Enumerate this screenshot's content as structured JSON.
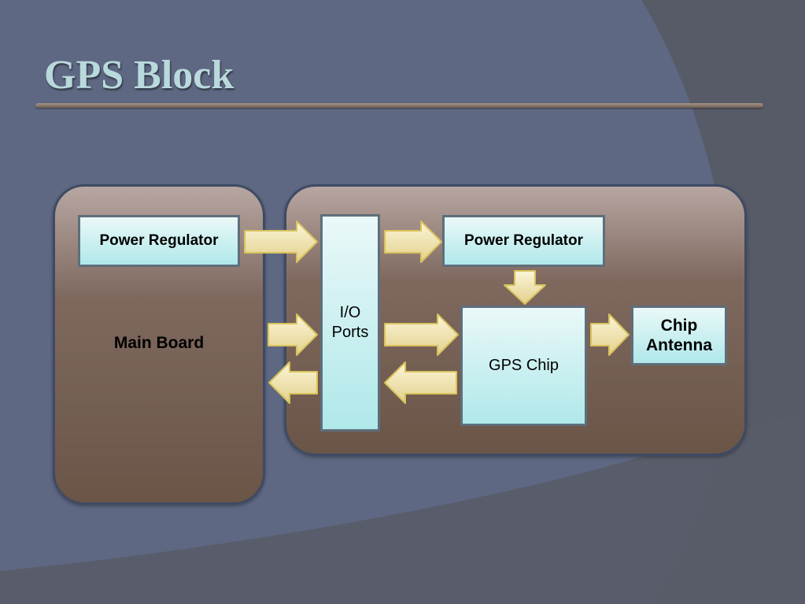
{
  "slide": {
    "title": "GPS Block"
  },
  "diagram": {
    "main_board": {
      "label": "Main Board",
      "power_regulator": "Power Regulator"
    },
    "device": {
      "io_ports": [
        "I/O",
        "Ports"
      ],
      "power_regulator": "Power Regulator",
      "gps_chip": "GPS Chip",
      "chip_antenna": [
        "Chip",
        "Antenna"
      ]
    }
  },
  "colors": {
    "background": "#5e6883",
    "title": "#b9d9dc",
    "panel": "#7f695f",
    "box": "#b0e8ea",
    "arrow": "#eee3a5"
  }
}
